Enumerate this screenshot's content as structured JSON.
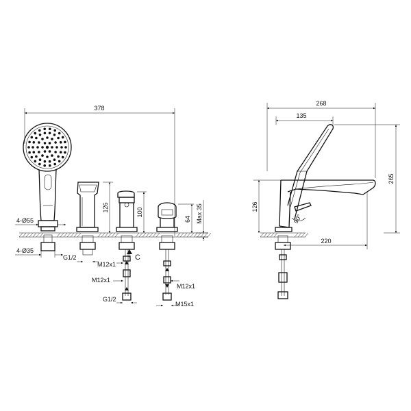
{
  "front_view": {
    "overall_width": "378",
    "labels": {
      "hose_od": "4-Ø55",
      "hole_d": "4-Ø35",
      "thread_g12_top": "G1/2",
      "thread_m12_a": "M12x1",
      "thread_m12_b": "M12x1",
      "thread_m12_c": "M12x1",
      "thread_g12_bottom": "G1/2",
      "thread_m15": "M15x1",
      "marker_c": "C"
    },
    "heights": {
      "spout": "126",
      "handle": "100",
      "diverter": "64",
      "deck_max": "Max 35"
    }
  },
  "side_view": {
    "overall_depth": "268",
    "handle_reach": "135",
    "total_height": "265",
    "spout_height": "126",
    "spout_reach": "220",
    "angle": "90°"
  }
}
